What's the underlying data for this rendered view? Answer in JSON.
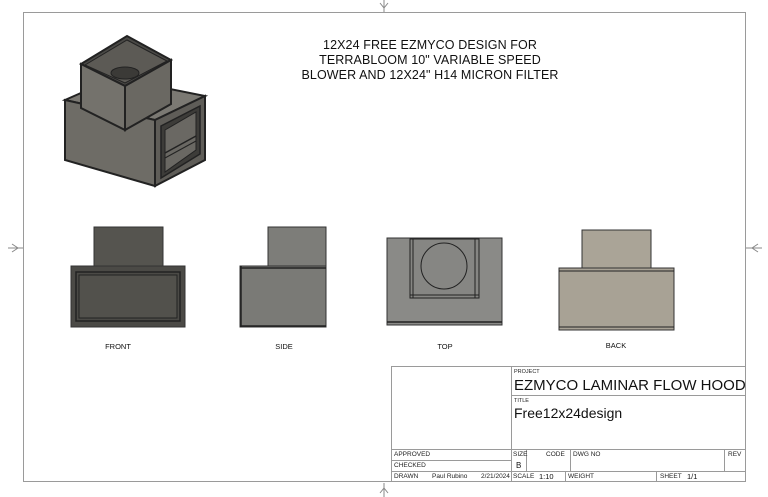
{
  "drawing": {
    "heading_lines": [
      "12X24 FREE EZMYCO DESIGN FOR",
      "TERRABLOOM 10\" VARIABLE SPEED",
      "BLOWER AND 12X24\" H14 MICRON FILTER"
    ],
    "views": [
      {
        "label": "FRONT",
        "color": "#4a4a47"
      },
      {
        "label": "SIDE",
        "color": "#7a7a76"
      },
      {
        "label": "TOP",
        "color": "#8a8a87"
      },
      {
        "label": "BACK",
        "color": "#a9a396"
      }
    ],
    "iso_color": "#6f6d66",
    "border_color": "#9a9a9a"
  },
  "title_block": {
    "project_label": "PROJECT",
    "project_value": "EZMYCO LAMINAR FLOW HOOD",
    "title_label": "TITLE",
    "title_value": "Free12x24design",
    "approved_label": "APPROVED",
    "checked_label": "CHECKED",
    "drawn_label": "DRAWN",
    "drawn_by": "Paul Rubino",
    "drawn_date": "2/21/2024",
    "size_label": "SIZE",
    "size_value": "B",
    "code_label": "CODE",
    "dwg_no_label": "DWG NO",
    "rev_label": "REV",
    "scale_label": "SCALE",
    "scale_value": "1:10",
    "weight_label": "WEIGHT",
    "sheet_label": "SHEET",
    "sheet_value": "1/1"
  }
}
